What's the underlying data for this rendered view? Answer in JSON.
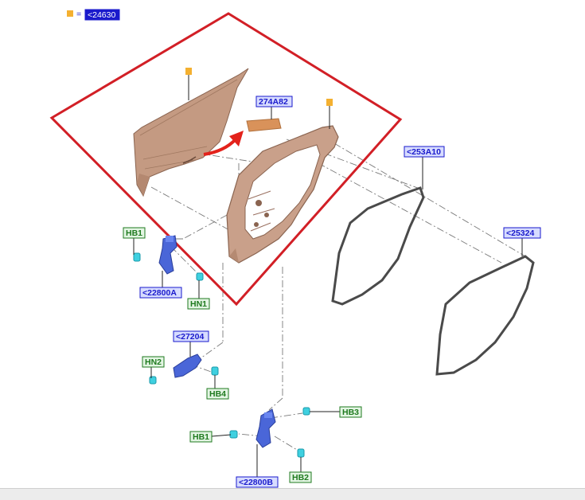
{
  "legend": {
    "equals": "=",
    "ref": "<24630",
    "swatch_color": "#f4b030"
  },
  "callouts": {
    "c274A82": "274A82",
    "c253A10": "<253A10",
    "c25324": "<25324",
    "c22800A": "<22800A",
    "c27204": "<27204",
    "c22800B": "<22800B",
    "hb1_top": "HB1",
    "hn1": "HN1",
    "hn2": "HN2",
    "hb4": "HB4",
    "hb3": "HB3",
    "hb1_bottom": "HB1",
    "hb2": "HB2"
  },
  "colors": {
    "blue_label": "#1a1acc",
    "blue_fill": "#d7dcff",
    "green_label": "#1f7a1f",
    "green_fill": "#e3f5e3",
    "highlight_frame": "#d21f26",
    "arrow": "#e3221b",
    "door_panel": "#c49a82",
    "marker": "#f4b030",
    "seal": "#4a4a4a",
    "hinge_blue": "#4a66d8",
    "fastener_cyan": "#3fd0e0"
  },
  "icons": {
    "legend_marker": "orange-square-marker-icon",
    "part_marker": "orange-square-marker-icon",
    "direction_arrow": "red-curved-arrow-icon"
  }
}
